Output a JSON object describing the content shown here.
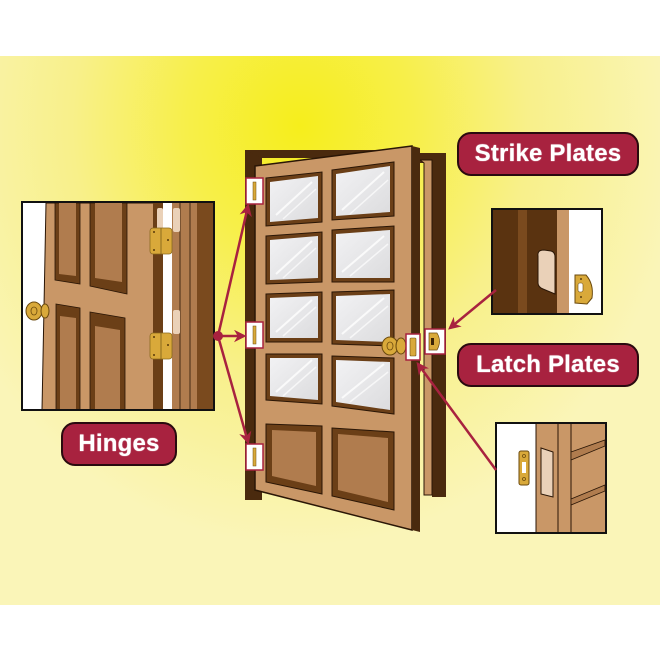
{
  "diagram": {
    "subject": "Interior door hardware",
    "labels": {
      "strike_plates": "Strike Plates",
      "latch_plates": "Latch Plates",
      "hinges": "Hinges"
    },
    "callouts": [
      {
        "id": "hinges",
        "label": "Hinges",
        "targets": [
          "top-hinge",
          "middle-hinge",
          "bottom-hinge"
        ]
      },
      {
        "id": "strike-plates",
        "label": "Strike Plates",
        "targets": [
          "frame-strike-plate"
        ]
      },
      {
        "id": "latch-plates",
        "label": "Latch Plates",
        "targets": [
          "door-edge-latch-plate"
        ]
      }
    ],
    "colors": {
      "background_yellow": "#f6ee1c",
      "label_fill": "#a8223f",
      "label_text": "#ffffff",
      "arrow": "#a8223f",
      "door_wood": "#c99767",
      "door_dark": "#4a2a0e",
      "brass": "#d9a93a",
      "glass": "#e8e8ea"
    }
  }
}
